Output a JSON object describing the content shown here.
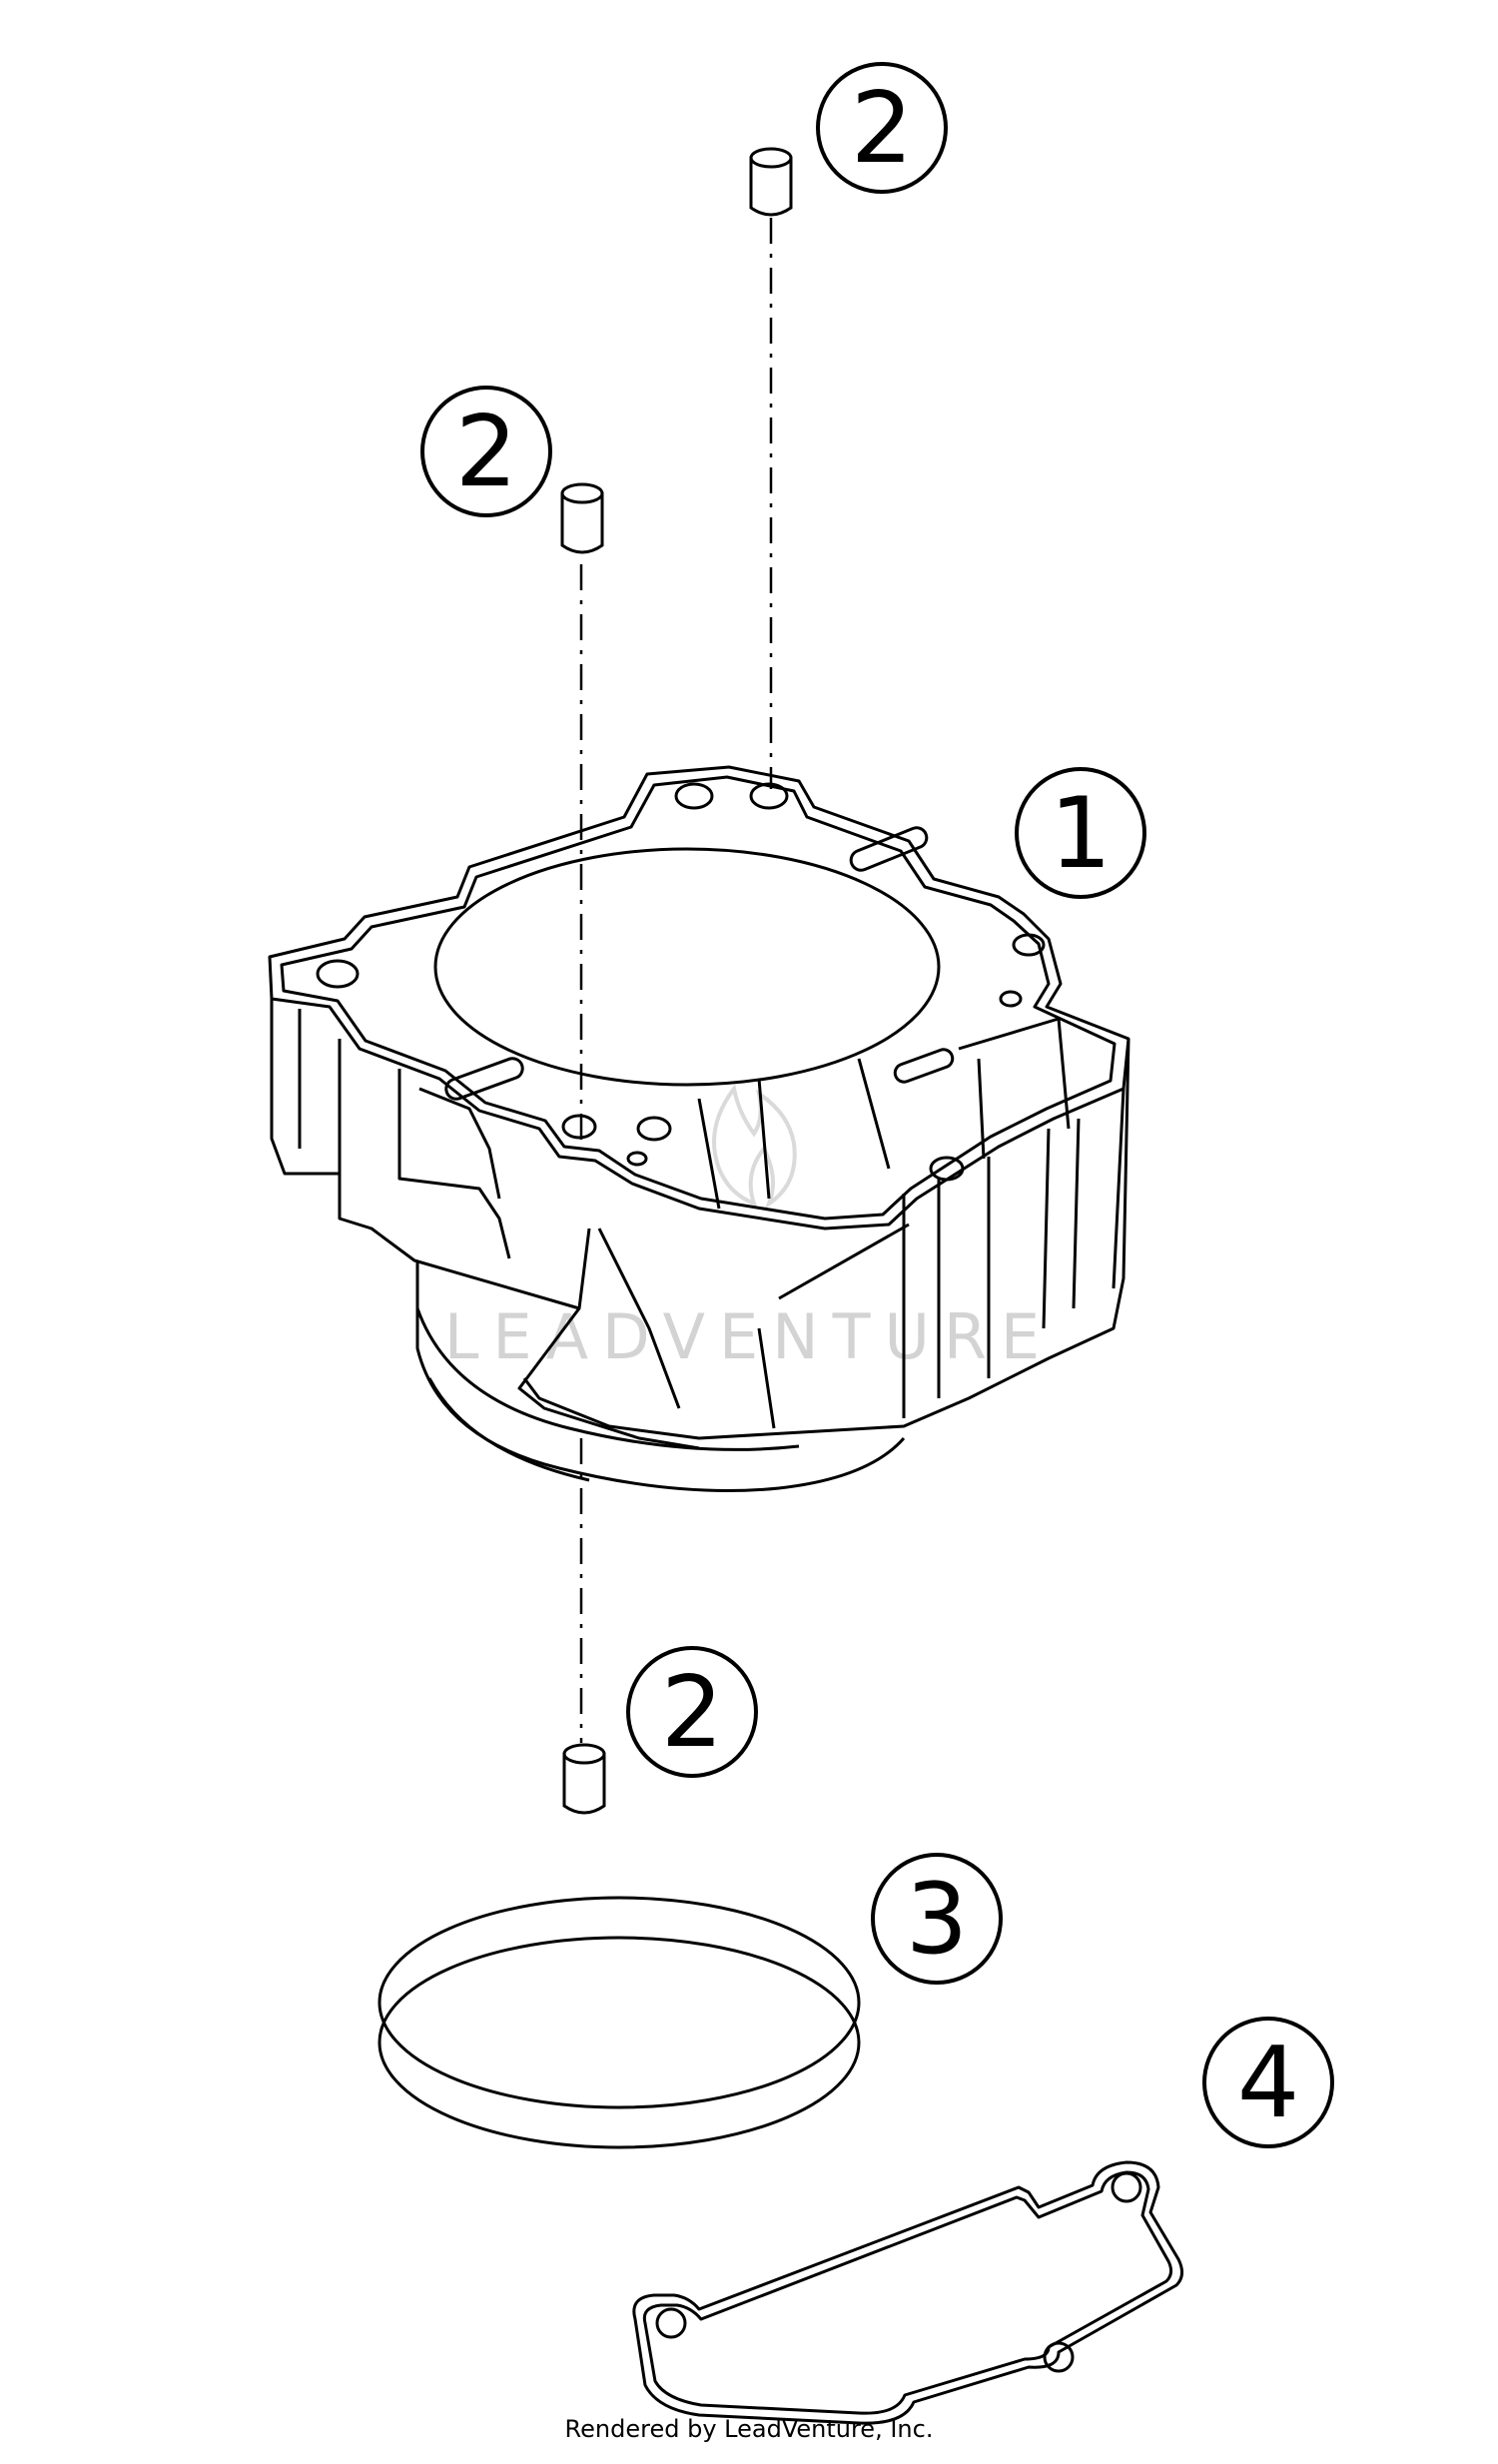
{
  "callouts": {
    "c1": "1",
    "c2a": "2",
    "c2b": "2",
    "c2c": "2",
    "c3": "3",
    "c4": "4"
  },
  "watermark": {
    "text": "LEADVENTURE"
  },
  "footer": {
    "text": "Rendered by LeadVenture, Inc."
  },
  "colors": {
    "line": "#000000",
    "watermark": "#cfcfcf",
    "background": "#ffffff"
  }
}
